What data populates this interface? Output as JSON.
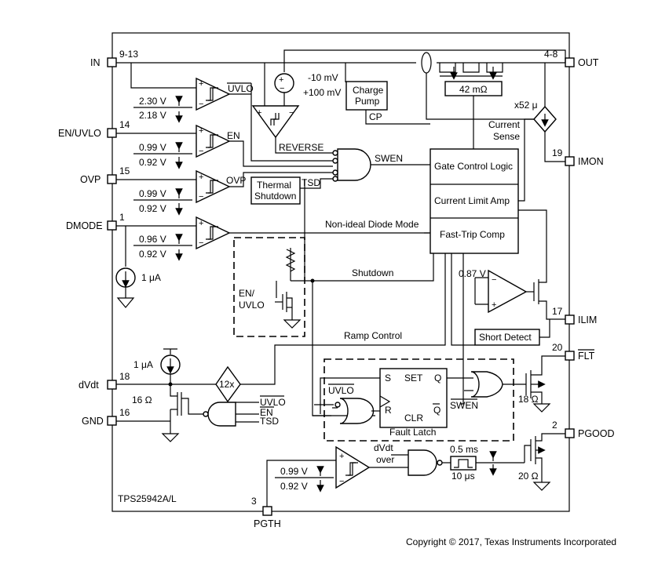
{
  "part_label": "TPS25942A/L",
  "copyright": "Copyright © 2017, Texas Instruments Incorporated",
  "pins": {
    "in": {
      "name": "IN",
      "number": "9-13"
    },
    "en_uvlo": {
      "name": "EN/UVLO",
      "number": "14"
    },
    "ovp": {
      "name": "OVP",
      "number": "15"
    },
    "dmode": {
      "name": "DMODE",
      "number": "1"
    },
    "dvdt": {
      "name": "dVdt",
      "number": "18"
    },
    "gnd": {
      "name": "GND",
      "number": "16"
    },
    "pgth": {
      "name": "PGTH",
      "number": "3"
    },
    "out": {
      "name": "OUT",
      "number": "4-8"
    },
    "imon": {
      "name": "IMON",
      "number": "19"
    },
    "ilim": {
      "name": "ILIM",
      "number": "17"
    },
    "flt": {
      "name": "FLT",
      "number": "20"
    },
    "pgood": {
      "name": "PGOOD",
      "number": "2"
    }
  },
  "blocks": {
    "charge_pump": [
      "Charge",
      "Pump"
    ],
    "thermal_shutdown": [
      "Thermal",
      "Shutdown"
    ],
    "gate_control_logic": "Gate Control Logic",
    "current_limit_amp": "Current Limit Amp",
    "fast_trip_comp": "Fast-Trip Comp",
    "short_detect": "Short Detect",
    "fault_latch": "Fault Latch",
    "fet_resistance": "42 mΩ"
  },
  "signals": {
    "uvlo": "UVLO",
    "en": "EN",
    "ovp": "OVP",
    "reverse": "REVERSE",
    "swen": "SWEN",
    "cp": "CP",
    "tsd": "TSD",
    "non_ideal_diode": "Non-ideal Diode Mode",
    "shutdown": "Shutdown",
    "ramp_control": "Ramp Control",
    "current_sense": [
      "Current",
      "Sense"
    ],
    "x52u": "x52 μ",
    "en_uvlo_switch": [
      "EN/",
      "UVLO"
    ],
    "latch_set": "SET",
    "latch_clr": "CLR",
    "latch_s": "S",
    "latch_r": "R",
    "latch_q": "Q",
    "latch_qbar": "Q",
    "latch_uvlo": "UVLO",
    "latch_swen": "SWEN",
    "dvdt_over": [
      "dVdt",
      "over"
    ],
    "gate_uvlo": "UVLO",
    "gate_en": "EN",
    "gate_tsd": "TSD"
  },
  "values": {
    "uvlo_hi": "2.30 V",
    "uvlo_lo": "2.18 V",
    "en_hi": "0.99 V",
    "en_lo": "0.92 V",
    "ovp_hi": "0.99 V",
    "ovp_lo": "0.92 V",
    "dmode_hi": "0.96 V",
    "dmode_lo": "0.92 V",
    "pgth_hi": "0.99 V",
    "pgth_lo": "0.92 V",
    "rev_lo": "-10 mV",
    "rev_hi": "+100 mV",
    "ilim_ref": "0.87 V",
    "dmode_source": "1 μA",
    "dvdt_source": "1 μA",
    "gain_12x": "12x",
    "r_dvdt": "16 Ω",
    "r_flt": "18 Ω",
    "r_pgood": "20 Ω",
    "delay_rise": "0.5 ms",
    "delay_fall": "10 μs"
  }
}
